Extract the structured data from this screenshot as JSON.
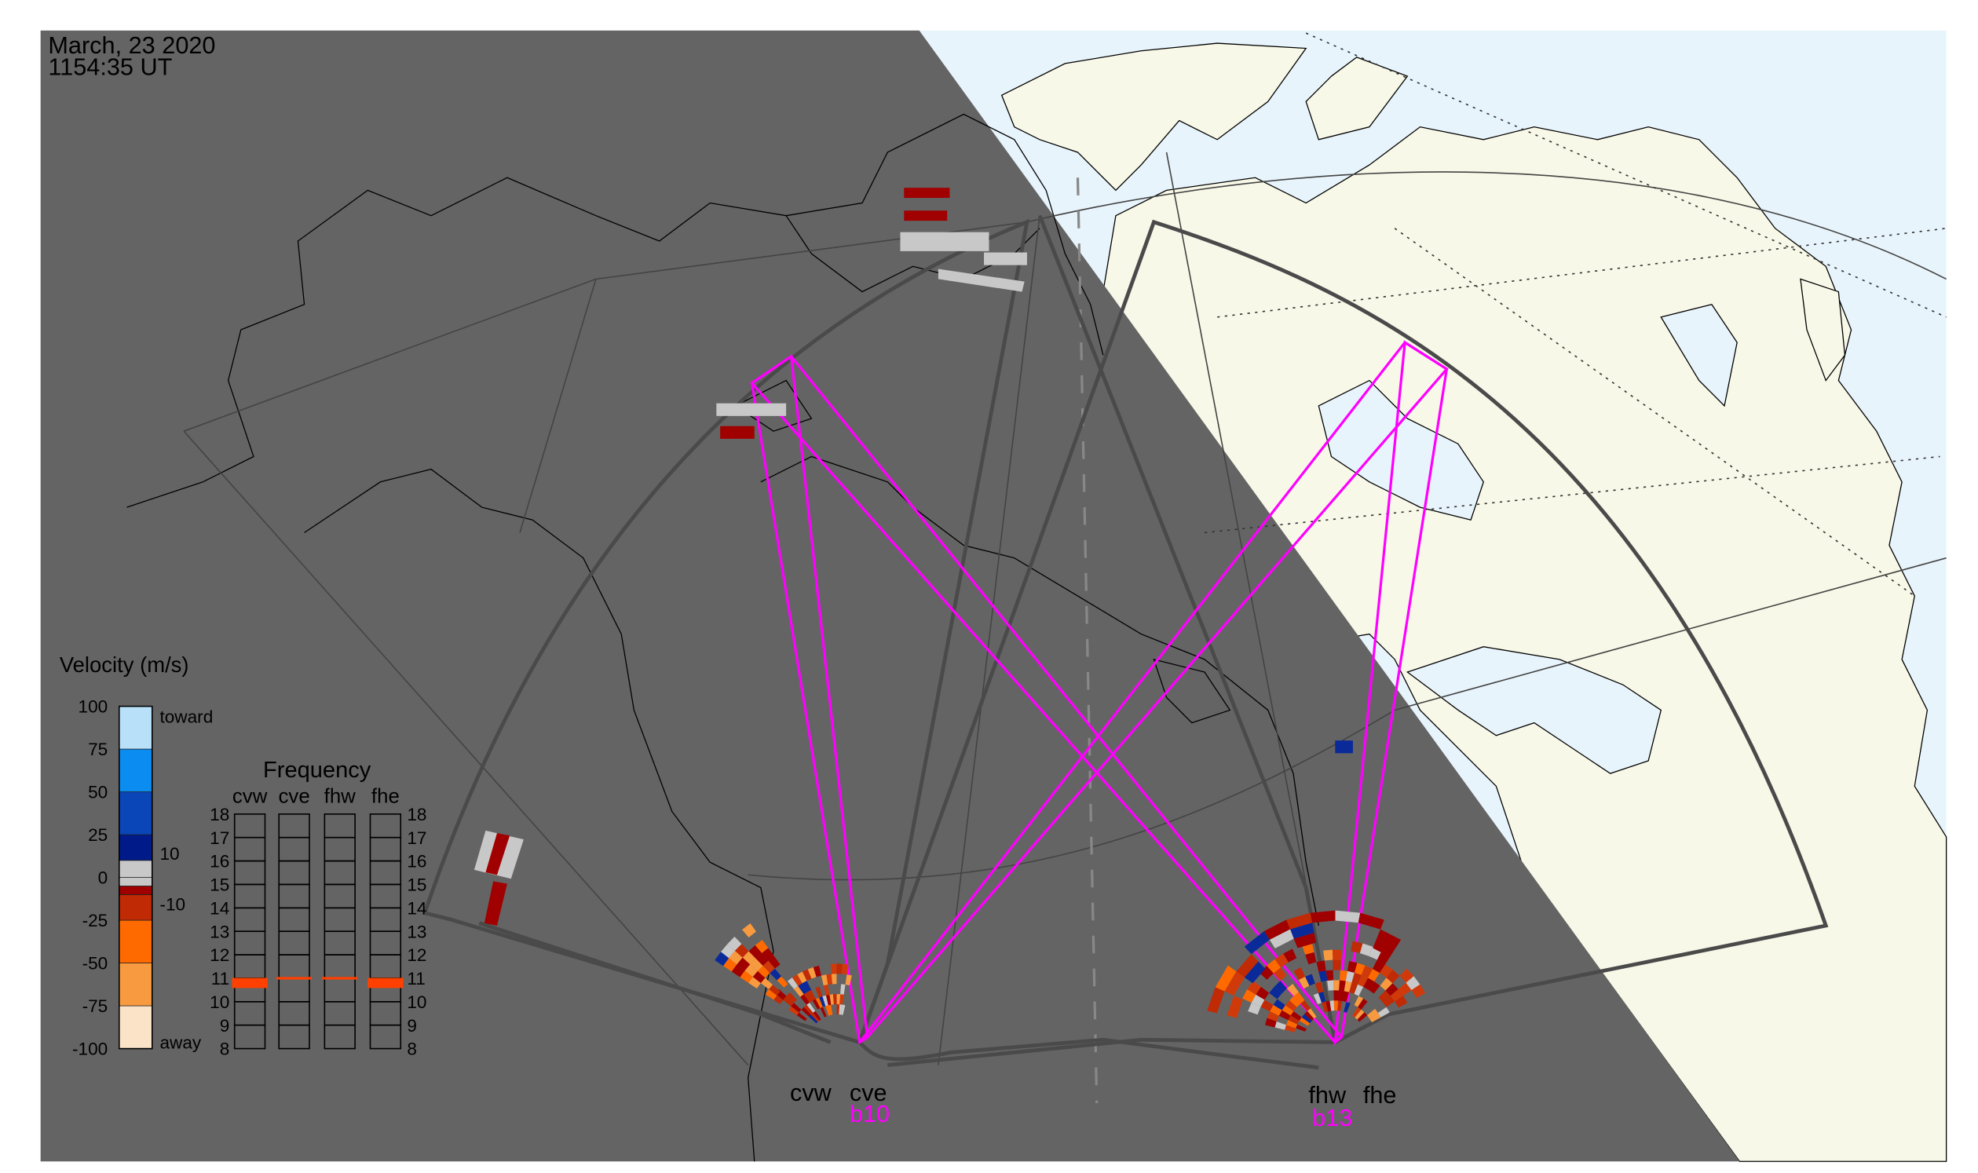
{
  "header": {
    "date": "March, 23 2020",
    "time": "1154:35 UT"
  },
  "legend": {
    "title": "Velocity (m/s)",
    "ticks": [
      "100",
      "75",
      "50",
      "25",
      "0",
      "-25",
      "-50",
      "-75",
      "-100"
    ],
    "toward_label": "toward",
    "away_label": "away",
    "upper_threshold": "10",
    "lower_threshold": "-10",
    "colors": [
      "#fbe3c8",
      "#f7a450",
      "#ff7a00",
      "#d03a0a",
      "#a00000",
      "#c8c8c8",
      "#c8c8c8",
      "#001a8a",
      "#0a46b8",
      "#0a8cf0",
      "#b8e0f8"
    ]
  },
  "frequency": {
    "title": "Frequency",
    "radars": [
      "cvw",
      "cve",
      "fhw",
      "fhe"
    ],
    "ticks": [
      "18",
      "17",
      "16",
      "15",
      "14",
      "13",
      "12",
      "11",
      "10",
      "9",
      "8"
    ],
    "unit_range_mhz": [
      8,
      18
    ],
    "values_mhz": [
      10.8,
      11.0,
      11.0,
      10.8
    ],
    "mark_color": "#ff4000"
  },
  "radars": {
    "cv": {
      "west": "cvw",
      "east": "cve",
      "beam": "b10"
    },
    "fh": {
      "west": "fhw",
      "east": "fhe",
      "beam": "b13"
    }
  },
  "colors": {
    "night": "#646464",
    "day_ocean": "#e8f4fc",
    "land": "#f8f8e8",
    "beam": "#ff00ff",
    "fov": "#4a4a4a"
  }
}
